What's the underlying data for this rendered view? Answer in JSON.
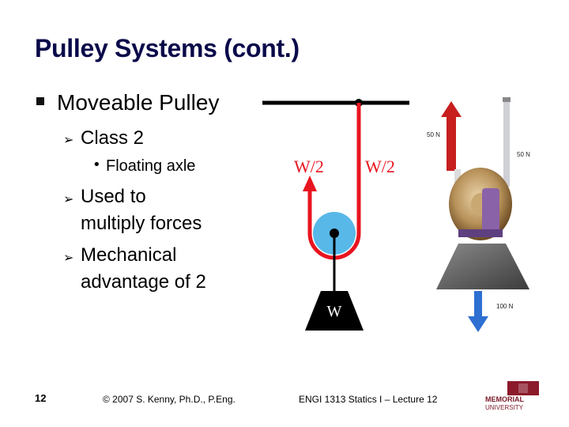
{
  "slide": {
    "title": "Pulley Systems (cont.)",
    "bullets": {
      "level1": "Moveable Pulley",
      "class": "Class 2",
      "floating": "Floating axle",
      "used_line1": "Used to",
      "used_line2": "multiply forces",
      "mech_line1": "Mechanical",
      "mech_line2": "advantage of 2"
    }
  },
  "diagram": {
    "left_label": "W/2",
    "right_label": "W/2",
    "weight_label": "W",
    "colors": {
      "rope": "#e8141f",
      "pulley": "#58b8e8",
      "weight": "#000000"
    }
  },
  "render": {
    "force_top": "50 N",
    "force_side": "50 N",
    "force_bottom": "100 N"
  },
  "footer": {
    "slide_number": "12",
    "copyright": "© 2007 S. Kenny, Ph.D., P.Eng.",
    "course": "ENGI 1313 Statics I – Lecture 12",
    "logo_line1": "MEMORIAL",
    "logo_line2": "UNIVERSITY"
  }
}
